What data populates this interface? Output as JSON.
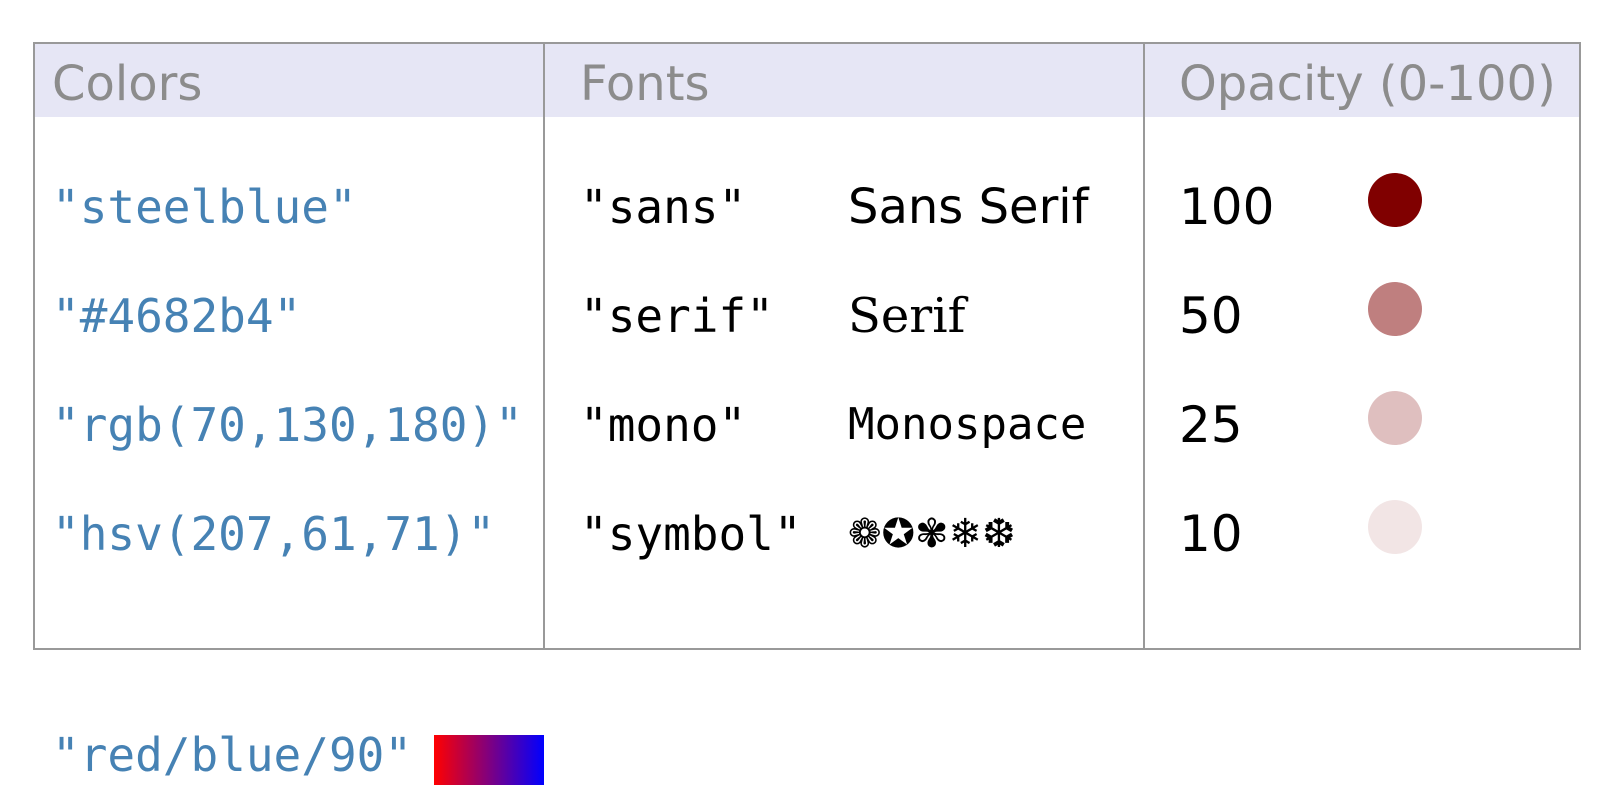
{
  "headers": {
    "colors": "Colors",
    "fonts": "Fonts",
    "opacity": "Opacity (0-100)"
  },
  "colors": {
    "text_color": "#4682b4",
    "items": [
      "\"steelblue\"",
      "\"#4682b4\"",
      "\"rgb(70,130,180)\"",
      "\"hsv(207,61,71)\""
    ]
  },
  "fonts": {
    "items": [
      {
        "key": "\"sans\"",
        "sample": "Sans Serif"
      },
      {
        "key": "\"serif\"",
        "sample": "Serif"
      },
      {
        "key": "\"mono\"",
        "sample": "Monospace"
      },
      {
        "key": "\"symbol\"",
        "sample": "❁✪✾❄❆"
      }
    ]
  },
  "opacity": {
    "dot_color": "#800000",
    "items": [
      {
        "value": "100",
        "opacity": 1.0
      },
      {
        "value": "50",
        "opacity": 0.5
      },
      {
        "value": "25",
        "opacity": 0.25
      },
      {
        "value": "10",
        "opacity": 0.1
      }
    ]
  },
  "gradient": {
    "label": "\"red/blue/90\"",
    "from": "#ff0000",
    "to": "#0000ff"
  }
}
